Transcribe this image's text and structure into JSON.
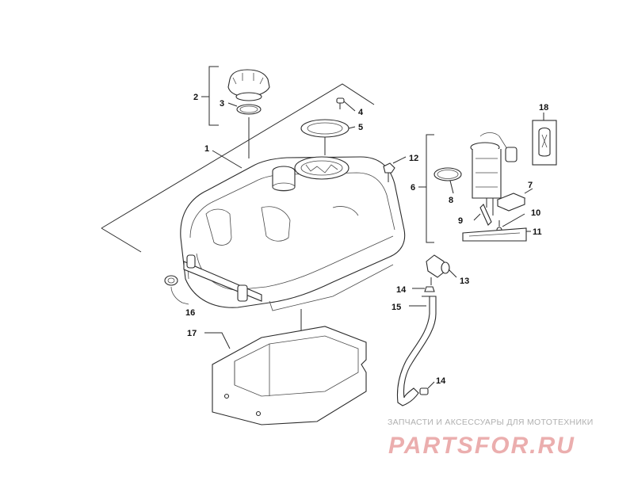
{
  "diagram": {
    "callouts": {
      "c1": "1",
      "c2": "2",
      "c3": "3",
      "c4": "4",
      "c5": "5",
      "c6": "6",
      "c7": "7",
      "c8": "8",
      "c9": "9",
      "c10": "10",
      "c11": "11",
      "c12": "12",
      "c13": "13",
      "c14a": "14",
      "c14b": "14",
      "c15": "15",
      "c16": "16",
      "c17": "17",
      "c18": "18"
    }
  },
  "watermark": {
    "caption": "ЗАПЧАСТИ И АКСЕССУАРЫ ДЛЯ МОТОТЕХНИКИ",
    "logo_text": "PARTSFOR.RU",
    "color": "#e8a0a0"
  }
}
